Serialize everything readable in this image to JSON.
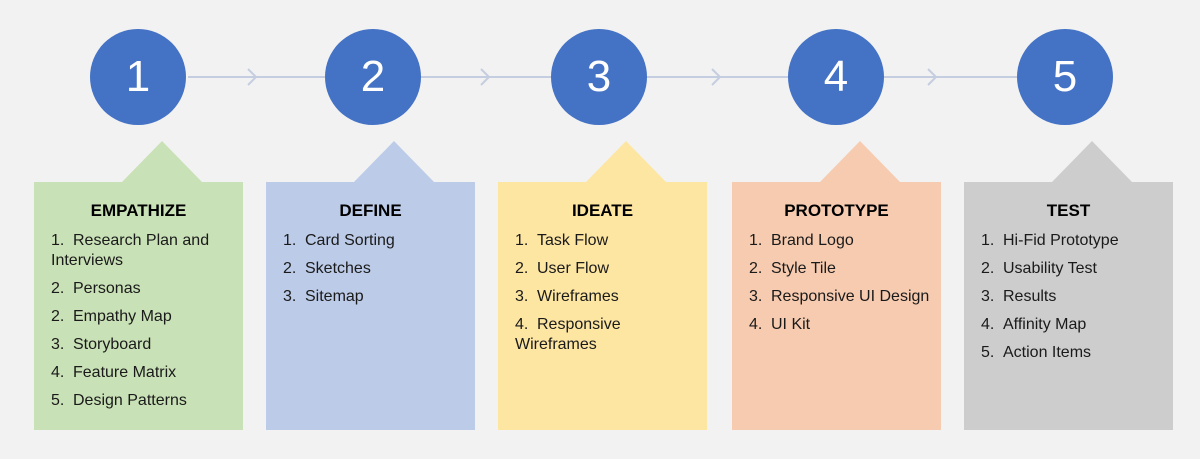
{
  "colors": {
    "background": "#f2f2f2",
    "circle": "#4472c4",
    "connector": "#c5cde0"
  },
  "steps": [
    {
      "number": "1",
      "title": "EMPATHIZE",
      "color": "#c9e1b6",
      "items": [
        {
          "num": "1.",
          "text": "Research Plan and Interviews"
        },
        {
          "num": "2.",
          "text": "Personas"
        },
        {
          "num": "2.",
          "text": "Empathy Map"
        },
        {
          "num": "3.",
          "text": "Storyboard"
        },
        {
          "num": "4.",
          "text": "Feature Matrix"
        },
        {
          "num": "5.",
          "text": "Design Patterns"
        }
      ]
    },
    {
      "number": "2",
      "title": "DEFINE",
      "color": "#bccbe8",
      "items": [
        {
          "num": "1.",
          "text": "Card Sorting"
        },
        {
          "num": "2.",
          "text": "Sketches"
        },
        {
          "num": "3.",
          "text": "Sitemap"
        }
      ]
    },
    {
      "number": "3",
      "title": "IDEATE",
      "color": "#fde5a2",
      "items": [
        {
          "num": "1.",
          "text": "Task Flow"
        },
        {
          "num": "2.",
          "text": "User Flow"
        },
        {
          "num": "3.",
          "text": "Wireframes"
        },
        {
          "num": "4.",
          "text": "Responsive Wireframes"
        }
      ]
    },
    {
      "number": "4",
      "title": "PROTOTYPE",
      "color": "#f6cbb0",
      "items": [
        {
          "num": "1.",
          "text": "Brand Logo"
        },
        {
          "num": "2.",
          "text": "Style Tile"
        },
        {
          "num": "3.",
          "text": "Responsive UI Design"
        },
        {
          "num": "4.",
          "text": "UI Kit"
        }
      ]
    },
    {
      "number": "5",
      "title": "TEST",
      "color": "#cdcdcd",
      "items": [
        {
          "num": "1.",
          "text": "Hi-Fid Prototype"
        },
        {
          "num": "2.",
          "text": "Usability Test"
        },
        {
          "num": "3.",
          "text": "Results"
        },
        {
          "num": "4.",
          "text": "Affinity Map"
        },
        {
          "num": "5.",
          "text": "Action Items"
        }
      ]
    }
  ]
}
